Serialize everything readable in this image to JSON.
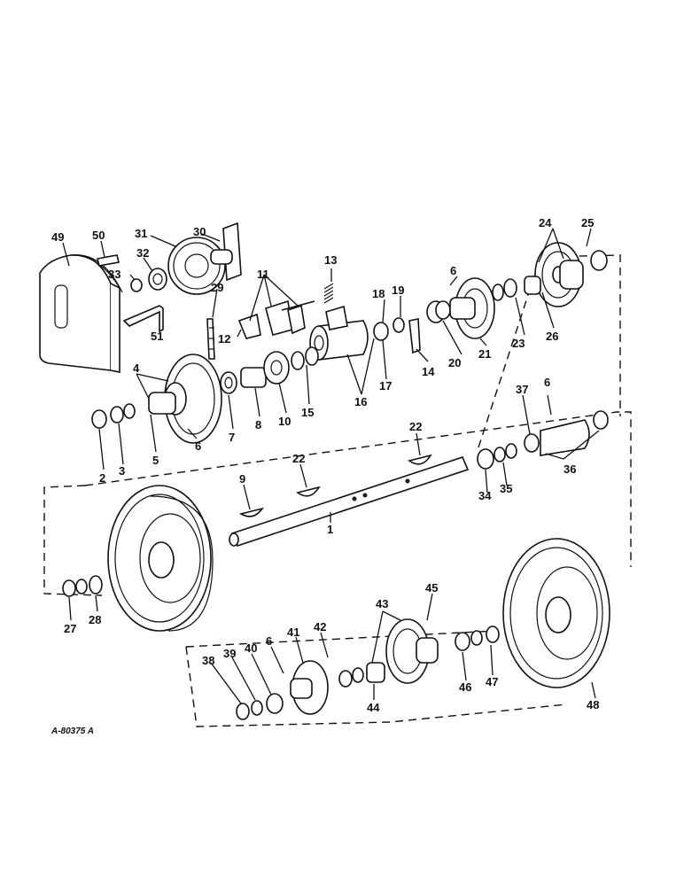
{
  "diagram": {
    "reference_code": "A-80375 A",
    "callouts": [
      "1",
      "2",
      "3",
      "4",
      "5",
      "6",
      "7",
      "8",
      "9",
      "10",
      "11",
      "12",
      "13",
      "14",
      "15",
      "16",
      "17",
      "18",
      "19",
      "20",
      "21",
      "22",
      "23",
      "24",
      "25",
      "26",
      "27",
      "28",
      "29",
      "30",
      "31",
      "32",
      "33",
      "34",
      "35",
      "36",
      "37",
      "38",
      "39",
      "40",
      "41",
      "42",
      "43",
      "44",
      "45",
      "46",
      "47",
      "48",
      "49",
      "50",
      "51"
    ]
  }
}
